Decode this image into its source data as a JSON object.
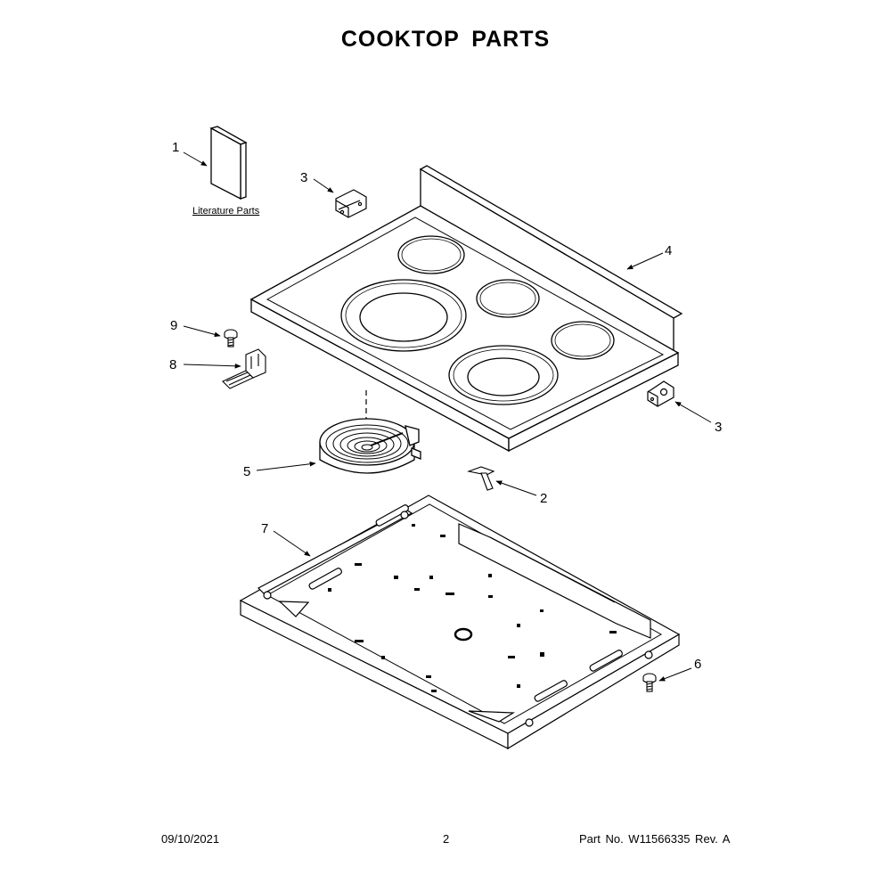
{
  "title": "COOKTOP PARTS",
  "literature_label": "Literature Parts",
  "callouts": {
    "c1": "1",
    "c2": "2",
    "c3a": "3",
    "c3b": "3",
    "c4": "4",
    "c5": "5",
    "c6": "6",
    "c7": "7",
    "c8": "8",
    "c9": "9"
  },
  "footer": {
    "date": "09/10/2021",
    "page": "2",
    "part": "Part No.  W11566335  Rev.  A"
  }
}
